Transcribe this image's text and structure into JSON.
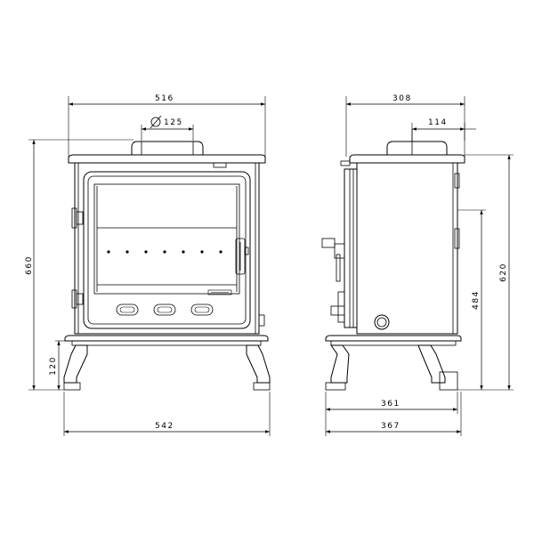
{
  "front_view": {
    "width_top_label": "516",
    "flue_diameter_label": "125",
    "diameter_symbol": "Ø",
    "height_total_label": "660",
    "leg_height_label": "120",
    "width_base_label": "542"
  },
  "side_view": {
    "depth_top_label": "308",
    "flue_offset_label": "114",
    "height_flue_label": "620",
    "height_rear_outlet_label": "484",
    "depth_body_label": "361",
    "depth_overall_label": "367"
  }
}
